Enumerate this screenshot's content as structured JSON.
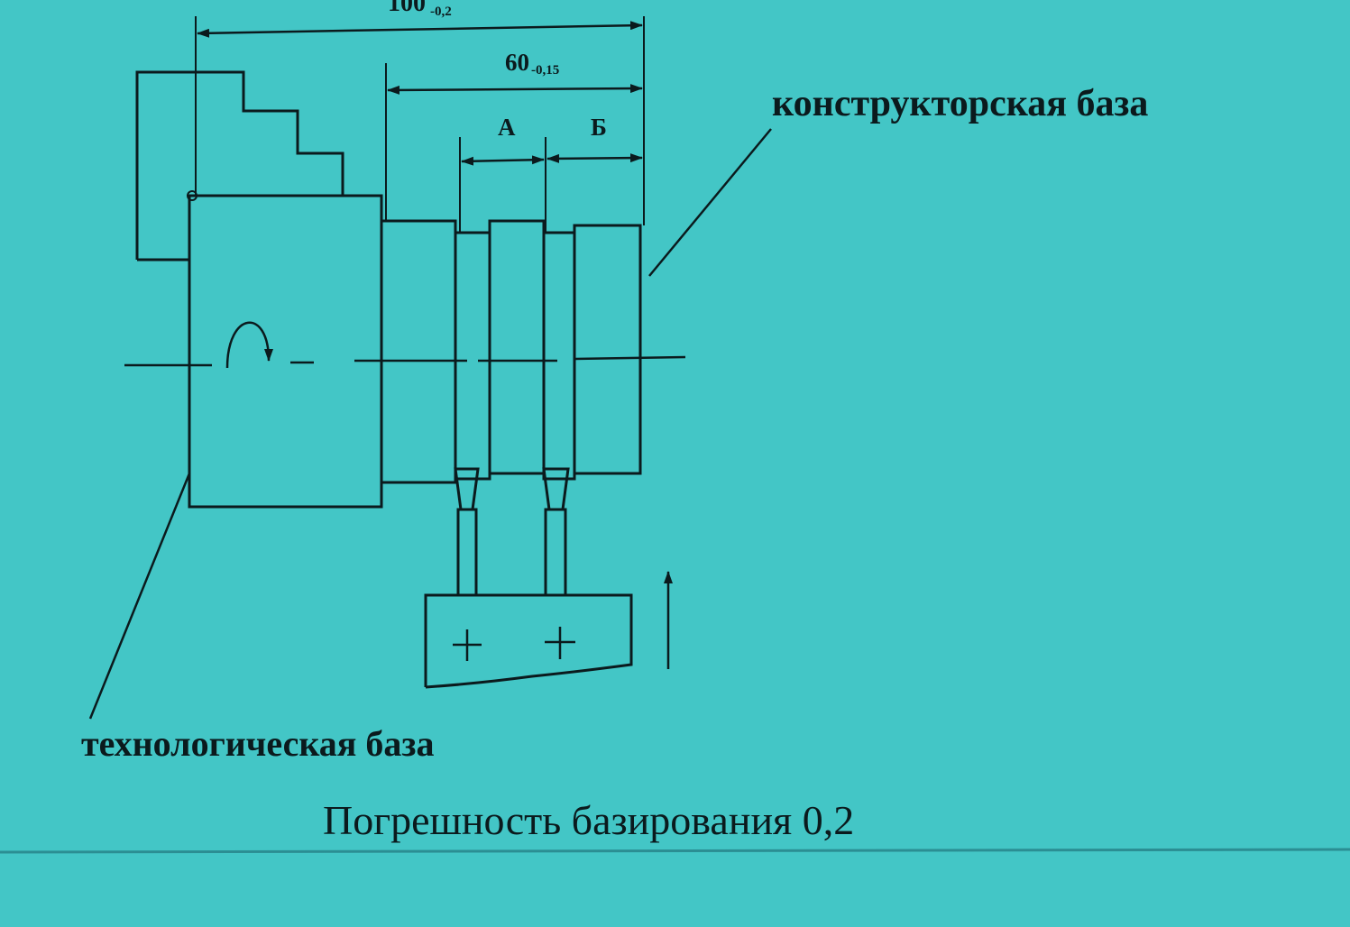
{
  "colors": {
    "background": "#43c6c6",
    "ink": "#0b1a1d",
    "divider": "#2b8e93"
  },
  "dimensions": {
    "overall_main": "100",
    "overall_sub": "-0,2",
    "inner_main": "60",
    "inner_sub": "-0,15",
    "label_a": "А",
    "label_b": "Б"
  },
  "labels": {
    "design_base": "конструкторская база",
    "technological_base": "технологическая база",
    "caption": "Погрешность базирования 0,2"
  },
  "icons": {
    "rotation": "rotation-arrow-icon",
    "feed": "feed-arrow-icon"
  }
}
